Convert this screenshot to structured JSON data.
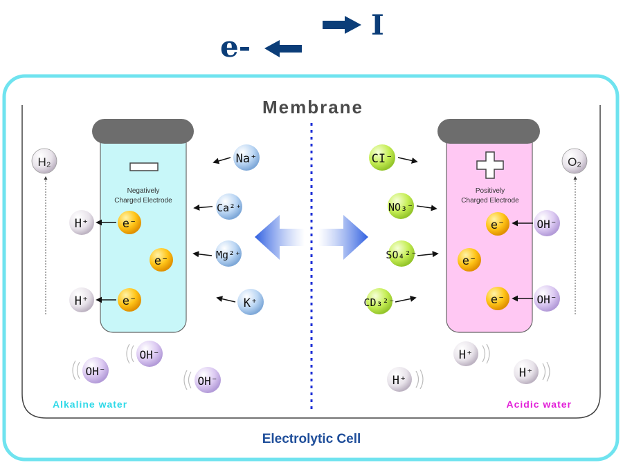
{
  "header": {
    "electron_label": "e-",
    "current_label": "I"
  },
  "cell": {
    "membrane_label": "Membrane",
    "title": "Electrolytic Cell",
    "alkaline_label": "Alkaline water",
    "acidic_label": "Acidic water"
  },
  "electrodes": {
    "negative": {
      "line1": "Negatively",
      "line2": "Charged Electrode"
    },
    "positive": {
      "line1": "Positively",
      "line2": "Charged Electrode"
    }
  },
  "gases": {
    "left": "H₂",
    "right": "O₂"
  },
  "ions": {
    "na": "Na⁺",
    "ca": "Ca²⁺",
    "mg": "Mg²⁺",
    "k": "K⁺",
    "cl": "CI⁻",
    "no3": "NO₃⁻",
    "so4": "SO₄²⁻",
    "co3": "CD₃²⁻",
    "h": "H⁺",
    "oh": "OH⁻",
    "e": "e⁻"
  },
  "colors": {
    "frame": "#6fe3ef",
    "title_blue": "#1f4e9a",
    "dark_blue": "#0b3d78",
    "alkaline": "#2fd9e8",
    "acidic": "#e21fd8",
    "neg_electrode": "#c8f7f9",
    "pos_electrode": "#ffc8f3"
  }
}
